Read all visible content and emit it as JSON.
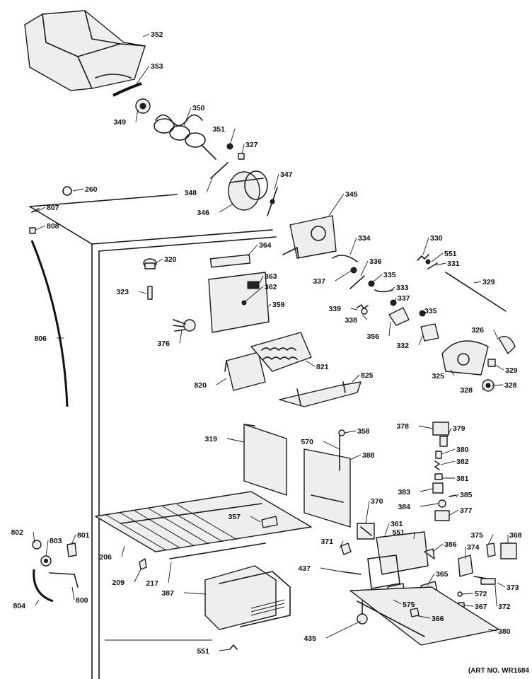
{
  "art_number": "(ART NO. WR1684",
  "callouts": [
    "352",
    "353",
    "349",
    "350",
    "351",
    "327",
    "347",
    "348",
    "346",
    "345",
    "260",
    "807",
    "808",
    "364",
    "320",
    "334",
    "330",
    "551",
    "331",
    "336",
    "335",
    "329",
    "337",
    "363",
    "333",
    "323",
    "362",
    "339",
    "359",
    "338",
    "376",
    "806",
    "326",
    "337",
    "335",
    "356",
    "332",
    "328",
    "329",
    "325",
    "821",
    "825",
    "328",
    "820",
    "319",
    "570",
    "358",
    "378",
    "379",
    "388",
    "380",
    "382",
    "381",
    "383",
    "385",
    "384",
    "377",
    "370",
    "357",
    "361",
    "551",
    "386",
    "375",
    "368",
    "371",
    "374",
    "437",
    "365",
    "373",
    "206",
    "209",
    "217",
    "387",
    "802",
    "803",
    "801",
    "800",
    "804",
    "572",
    "367",
    "372",
    "575",
    "366",
    "380",
    "435",
    "551"
  ],
  "colors": {
    "ink": "#1a1a1a",
    "background": "#ffffff"
  }
}
